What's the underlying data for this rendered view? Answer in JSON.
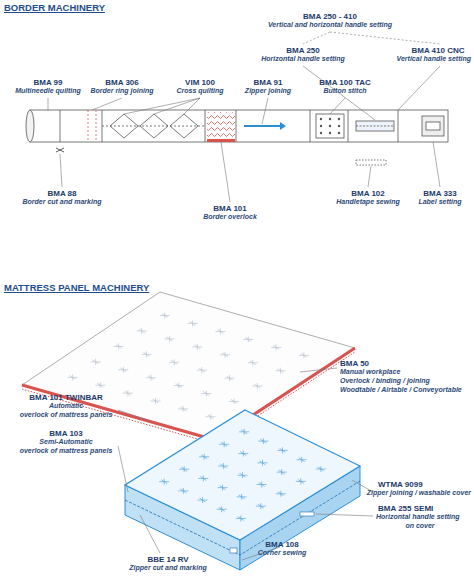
{
  "diagram": {
    "title": "BORDER MACHINERY",
    "labels": [
      "MATTRESS PANEL MACHINERY",
      "BMA 250 - 410",
      "Vertical and horizontal handle setting",
      "BMA 250",
      "Horizontal handle setting",
      "BMA 410 CNC",
      "Vertical handle setting",
      "BMA 99",
      "Multineedle quilting",
      "BMA 306",
      "Border ring joining",
      "VIM 100",
      "Cross quilting",
      "BMA 91",
      "Zipper joining",
      "BMA 100 TAC",
      "Button stitch",
      "BMA 88",
      "Border cut and marking",
      "BMA 101",
      "Border overlock",
      "BMA 102",
      "Handletape sewing",
      "BMA 333",
      "Label setting",
      "BMA 50",
      "Manual workplace",
      "Overlock / binding / joining",
      "Woodtable / Airtable / Conveyortable",
      "BMA 101 TWINBAR",
      "Automatic",
      "overlock of mattress panels",
      "BMA 103",
      "Semi-Automatic",
      "overlock of mattress panels",
      "WTMA 9099",
      "Zipper joining / washable cover",
      "BMA 255 SEMI",
      "Horizontal handle setting",
      "on cover",
      "BMA 108",
      "Corner sewing",
      "BBE 14 RV",
      "Zipper cut and marking"
    ]
  }
}
